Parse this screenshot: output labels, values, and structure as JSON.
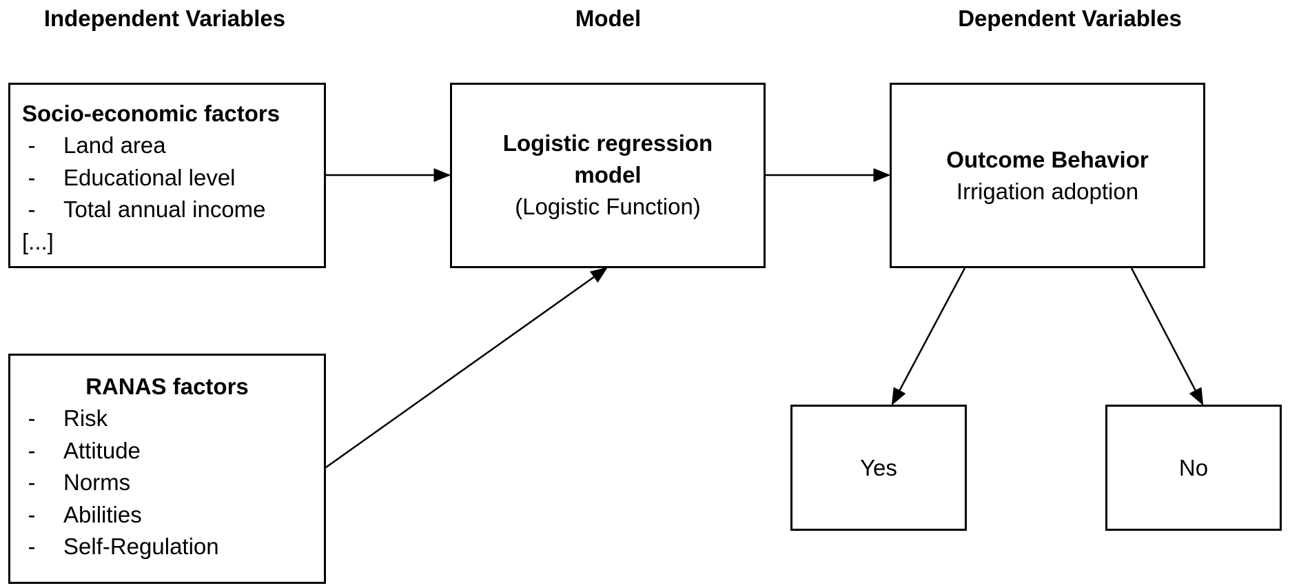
{
  "headers": {
    "independent": "Independent Variables",
    "model": "Model",
    "dependent": "Dependent Variables"
  },
  "socio_box": {
    "title": "Socio-economic factors",
    "items": [
      "Land area",
      "Educational level",
      "Total annual income"
    ],
    "more": "[...]"
  },
  "ranas_box": {
    "title": "RANAS factors",
    "items": [
      "Risk",
      "Attitude",
      "Norms",
      "Abilities",
      "Self-Regulation"
    ]
  },
  "model_box": {
    "title_line1": "Logistic regression",
    "title_line2": "model",
    "subtitle": "(Logistic Function)"
  },
  "outcome_box": {
    "title": "Outcome Behavior",
    "subtitle": "Irrigation adoption"
  },
  "yes_box": {
    "label": "Yes"
  },
  "no_box": {
    "label": "No"
  },
  "list_dash": "-"
}
